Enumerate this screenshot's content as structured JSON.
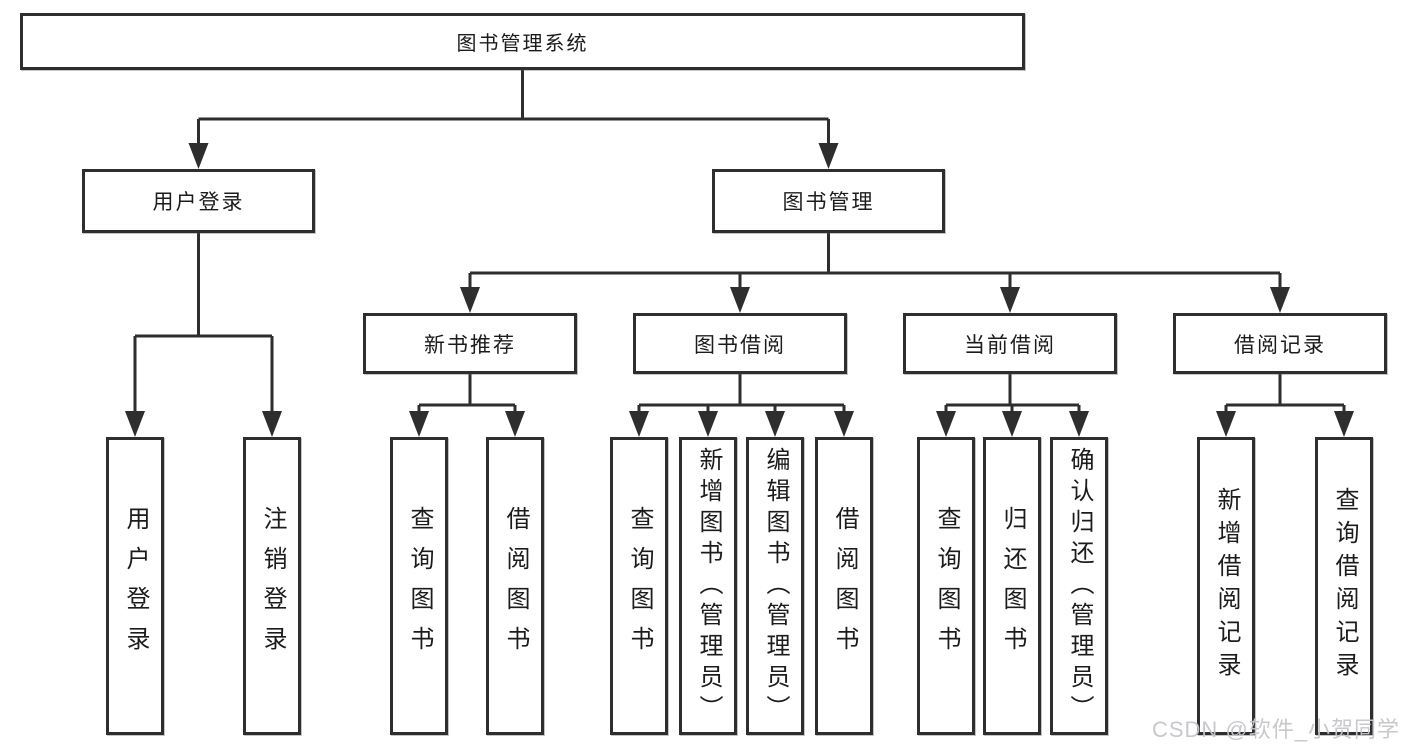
{
  "diagram": {
    "root": "图书管理系统",
    "branches": {
      "user_login": {
        "label": "用户登录",
        "children": [
          "用户登录",
          "注销登录"
        ]
      },
      "book_mgmt": {
        "label": "图书管理",
        "children": [
          {
            "label": "新书推荐",
            "children": [
              "查询图书",
              "借阅图书"
            ]
          },
          {
            "label": "图书借阅",
            "children": [
              "查询图书",
              "新增图书（管理员）",
              "编辑图书（管理员）",
              "借阅图书"
            ]
          },
          {
            "label": "当前借阅",
            "children": [
              "查询图书",
              "归还图书",
              "确认归还（管理员）"
            ]
          },
          {
            "label": "借阅记录",
            "children": [
              "新增借阅记录",
              "查询借阅记录"
            ]
          }
        ]
      }
    }
  },
  "watermark": "CSDN @软件_小贺同学",
  "colors": {
    "line": "#2e2e2e",
    "text": "#1c1c1c",
    "background": "#ffffff",
    "watermark": "#c5c5ca"
  }
}
